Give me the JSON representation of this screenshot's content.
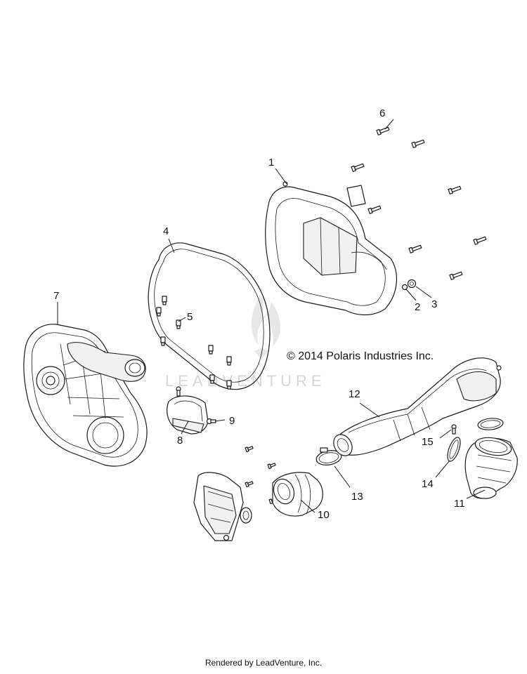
{
  "copyright": "© 2014 Polaris Industries Inc.",
  "watermark": "LEADVENTURE",
  "footer": "Rendered by LeadVenture, Inc.",
  "callouts": [
    "1",
    "2",
    "3",
    "4",
    "5",
    "6",
    "7",
    "8",
    "9",
    "10",
    "11",
    "12",
    "13",
    "14",
    "15"
  ],
  "icons": {
    "watermark_logo": "flame-logo-icon"
  }
}
